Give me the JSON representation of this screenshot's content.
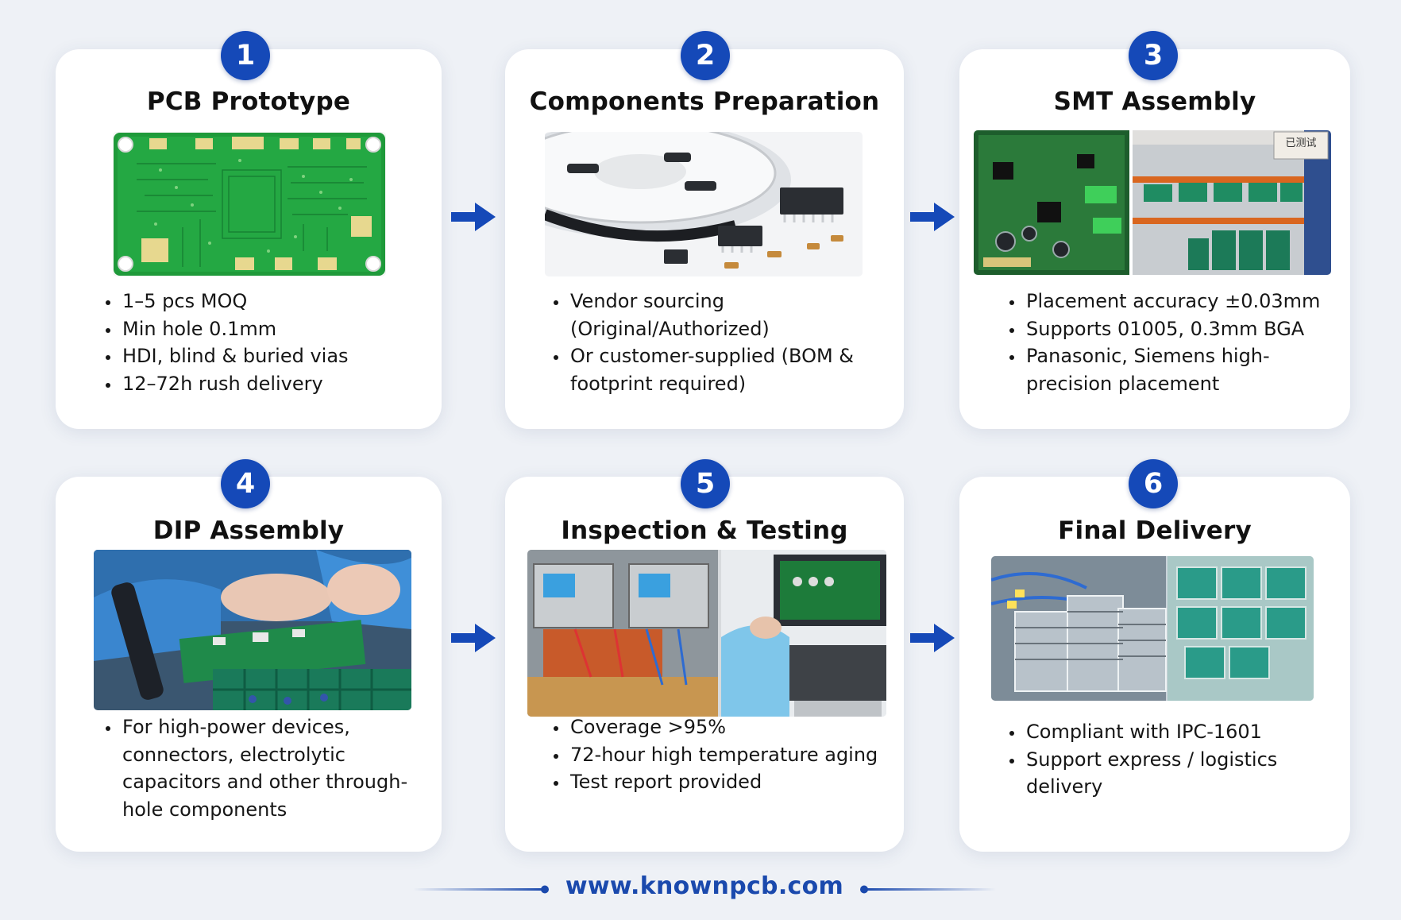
{
  "colors": {
    "accent": "#1549b8",
    "card_bg": "#ffffff",
    "page_bg": "#eef1f6",
    "pcb_green": "#1f9a3a"
  },
  "steps": [
    {
      "number": "1",
      "title": "PCB Prototype",
      "image": "pcb-board-photo",
      "bullets": [
        "1–5 pcs MOQ",
        "Min hole 0.1mm",
        "HDI, blind & buried vias",
        "12–72h rush delivery"
      ]
    },
    {
      "number": "2",
      "title": "Components Preparation",
      "image": "component-reel-photo",
      "bullets": [
        "Vendor sourcing (Original/Authorized)",
        "Or customer-supplied (BOM & footprint required)"
      ]
    },
    {
      "number": "3",
      "title": "SMT Assembly",
      "image": "smt-assembly-photo",
      "image_label": "已测试",
      "bullets": [
        "Placement accuracy ±0.03mm",
        "Supports 01005, 0.3mm BGA",
        "Panasonic, Siemens high-precision placement"
      ]
    },
    {
      "number": "4",
      "title": "DIP Assembly",
      "image": "dip-soldering-photo",
      "bullets": [
        "For high-power devices, connectors, electrolytic capacitors and other through-hole components"
      ]
    },
    {
      "number": "5",
      "title": "Inspection & Testing",
      "image": "testing-station-photo",
      "bullets": [
        "Coverage >95%",
        "72-hour high temperature aging",
        "Test report provided"
      ]
    },
    {
      "number": "6",
      "title": "Final Delivery",
      "image": "packed-boards-photo",
      "bullets": [
        "Compliant with IPC-1601",
        "Support express / logistics delivery"
      ]
    }
  ],
  "footer": {
    "url": "www.knownpcb.com"
  }
}
